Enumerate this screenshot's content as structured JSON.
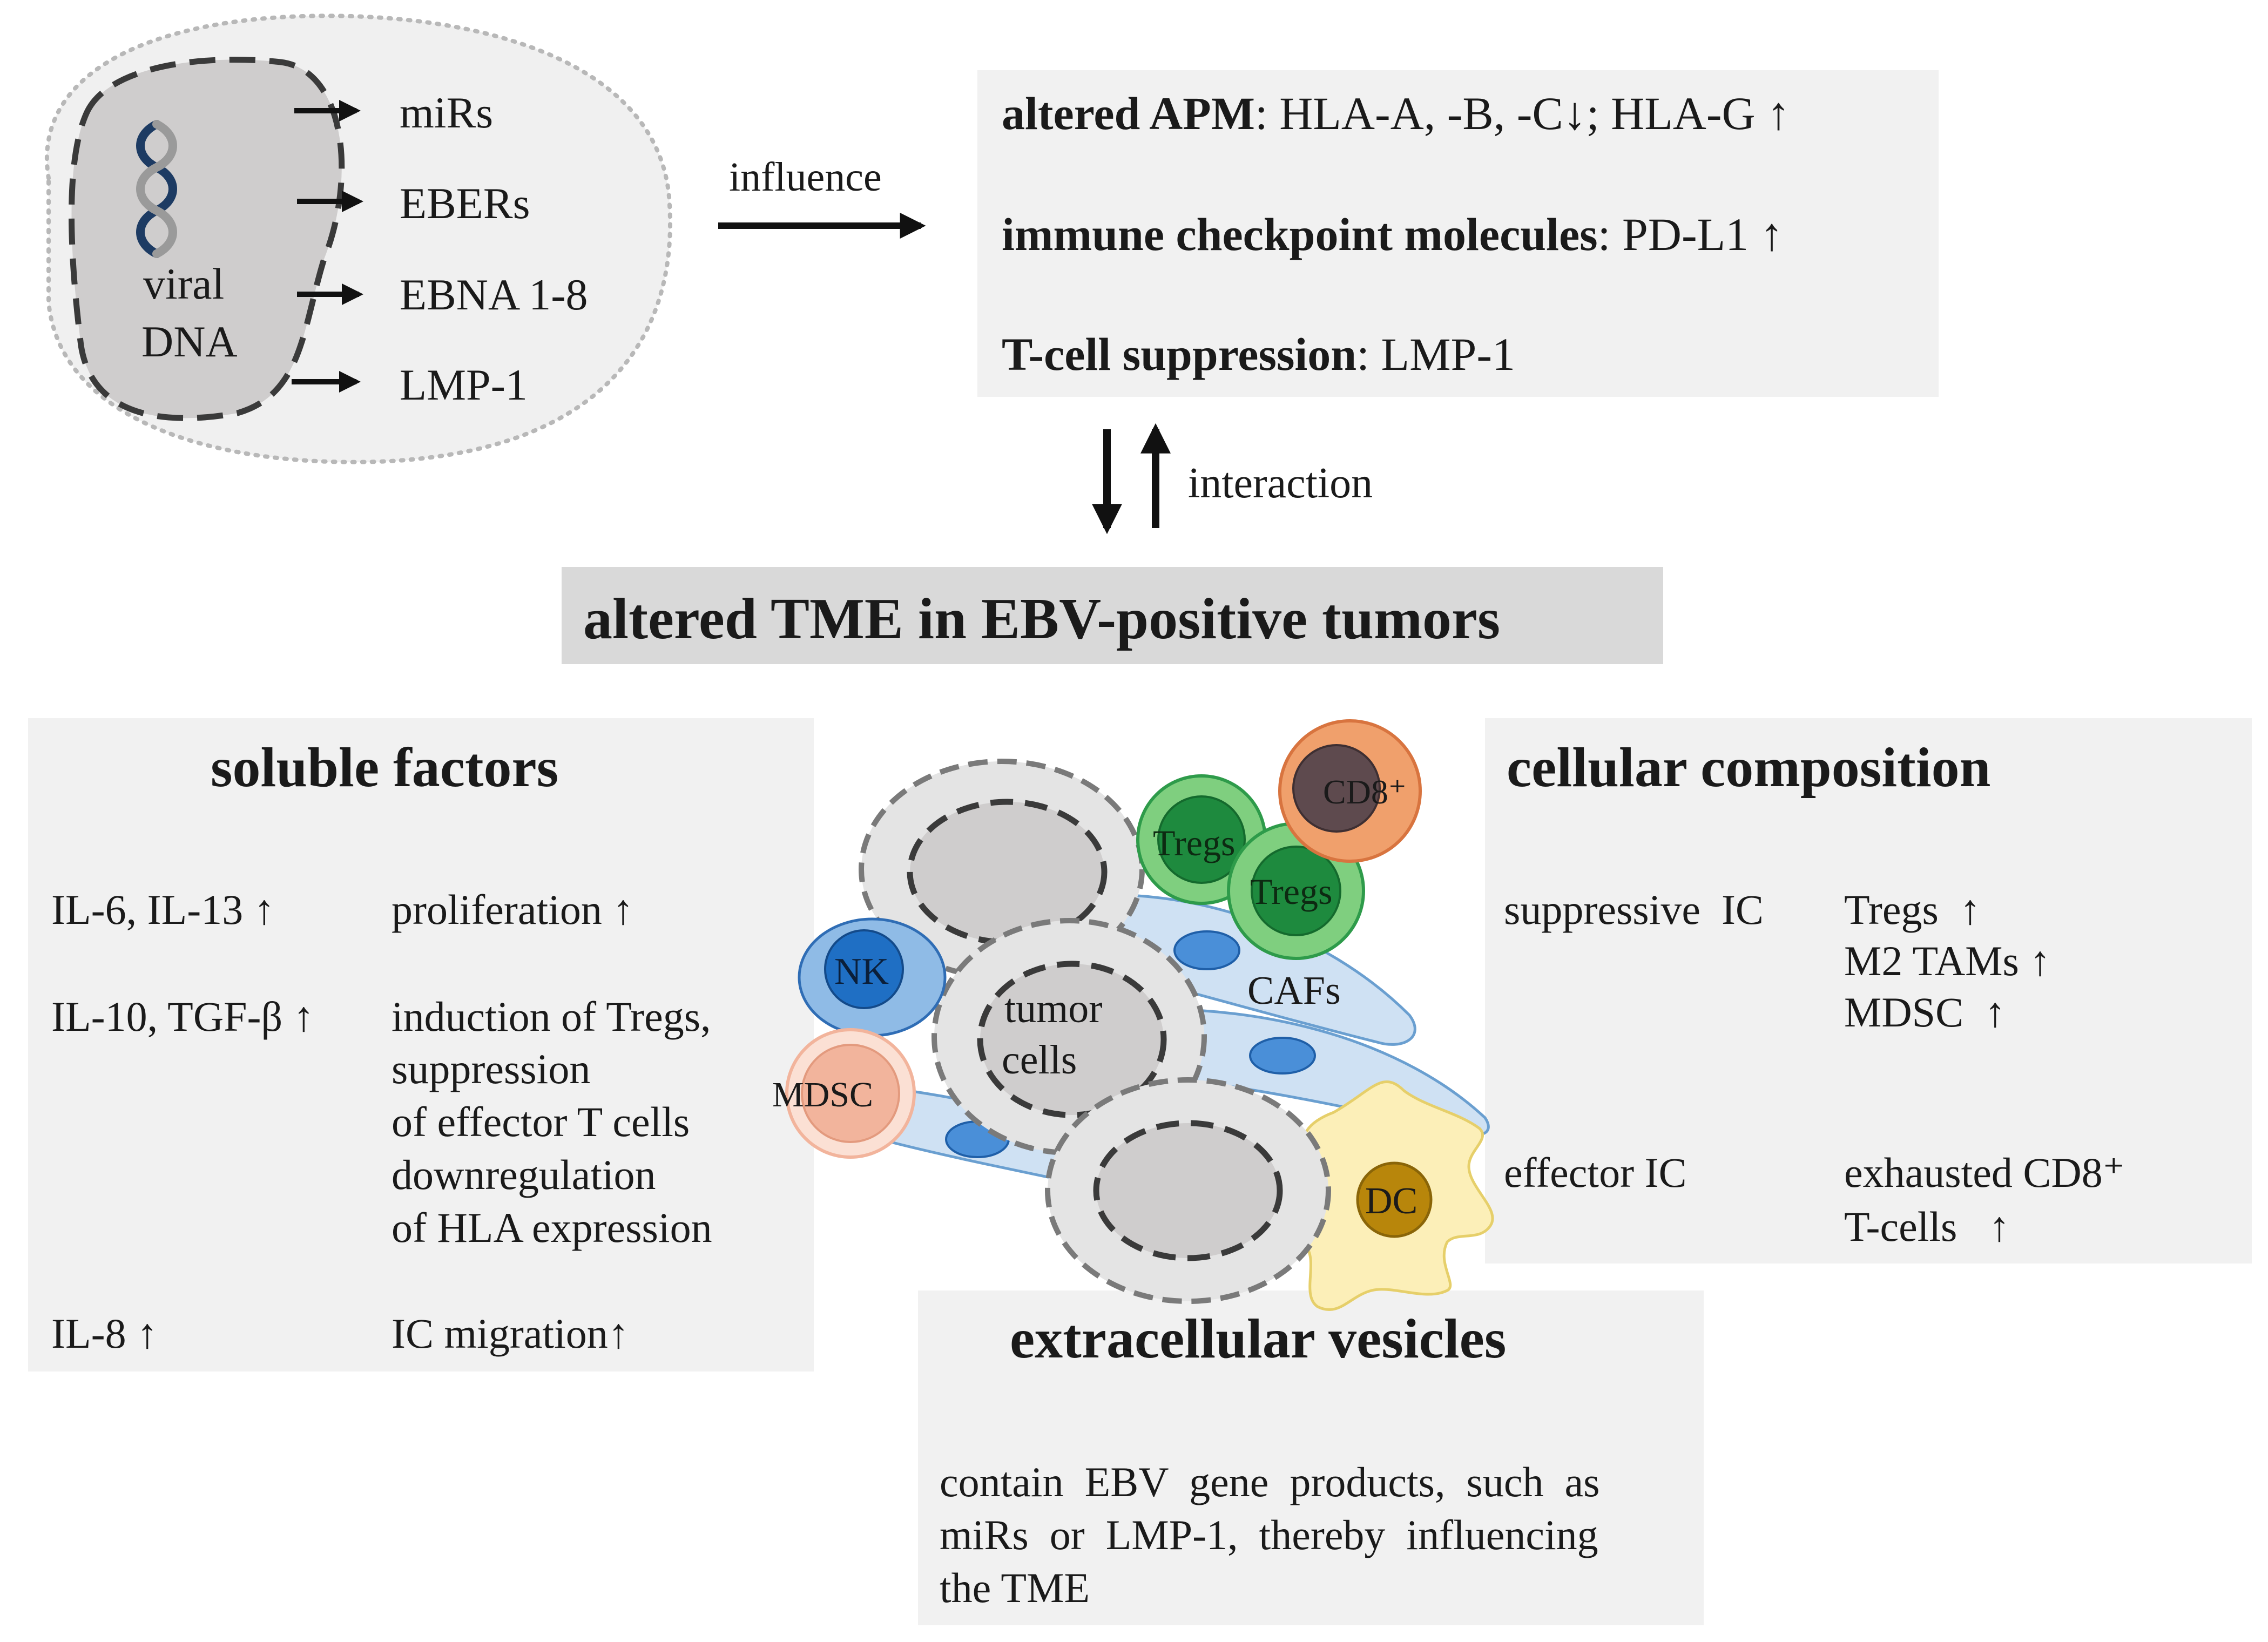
{
  "viral": {
    "dna_label_1": "viral",
    "dna_label_2": "DNA",
    "products": [
      "miRs",
      "EBERs",
      "EBNA 1-8",
      "LMP-1"
    ]
  },
  "influence_label": "influence",
  "apm_box": {
    "rows": [
      {
        "bold": "altered APM",
        "rest": ": HLA-A, -B, -C↓; HLA-G ↑"
      },
      {
        "bold": "immune checkpoint molecules",
        "rest": ": PD-L1 ↑"
      },
      {
        "bold": "T-cell suppression",
        "rest": ": LMP-1"
      }
    ]
  },
  "interaction_label": "interaction",
  "tme_title": "altered TME in EBV-positive tumors",
  "soluble": {
    "title": "soluble factors",
    "rows": [
      {
        "factor": "IL-6, IL-13 ↑",
        "effect": [
          "proliferation ↑"
        ]
      },
      {
        "factor": "IL-10, TGF-β ↑",
        "effect": [
          "induction of Tregs,",
          "suppression",
          "of effector T cells",
          "downregulation",
          "of HLA expression"
        ]
      },
      {
        "factor": "IL-8 ↑",
        "effect": [
          "IC migration↑"
        ]
      }
    ]
  },
  "cellular": {
    "title": "cellular composition",
    "suppressive_label": "suppressive  IC",
    "suppressive_items": [
      "Tregs  ↑",
      "M2 TAMs ↑",
      "MDSC  ↑"
    ],
    "effector_label": "effector IC",
    "effector_items": [
      "exhausted CD8⁺",
      "T-cells   ↑"
    ]
  },
  "vesicles": {
    "title": "extracellular vesicles",
    "lines": [
      "contain  EBV  gene  products,  such  as",
      "miRs  or  LMP-1,  thereby  influencing",
      "the TME"
    ]
  },
  "cells": {
    "nk": "NK",
    "mdsc": "MDSC",
    "tregs_1": "Tregs",
    "tregs_2": "Tregs",
    "cd8": "CD8⁺",
    "cafs": "CAFs",
    "tumor_1": "tumor",
    "tumor_2": "cells",
    "dc": "DC"
  },
  "colors": {
    "panel": "#f1f1f1",
    "tregs_dark": "#1e8a3e",
    "tregs_light": "#7fcf7f",
    "nk_dark": "#1f6fc4",
    "nk_light": "#8fbbe6",
    "mdsc": "#f2b49c",
    "cd8_ring": "#f0a06c",
    "cd8_core": "#5e4a4e",
    "caf": "#cfe1f3",
    "dc": "#fcefb8",
    "dc_core": "#b8860b"
  }
}
